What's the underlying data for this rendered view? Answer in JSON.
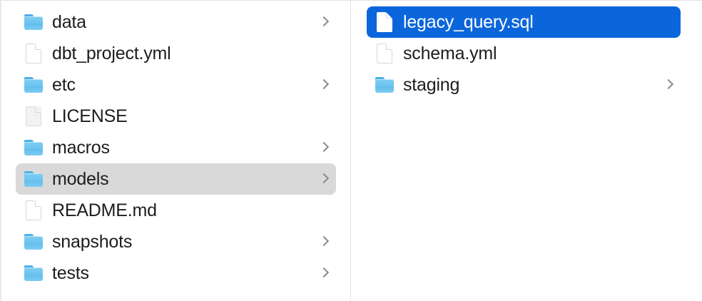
{
  "window": {
    "view_mode": "column",
    "background_color": "#ffffff",
    "divider_color": "#e4e4e6",
    "selection_active_color": "#0b66dc",
    "selection_inactive_color": "#d9d9d9",
    "text_color": "#1d1d1f",
    "selected_text_color": "#ffffff",
    "folder_icon_color": "#6cc4ef",
    "chevron_color": "#8a8a8e"
  },
  "columns": [
    {
      "name": "parent-column",
      "items": [
        {
          "label": "data",
          "icon": "folder-icon",
          "kind": "folder",
          "chevron": true,
          "selected": false
        },
        {
          "label": "dbt_project.yml",
          "icon": "document-icon",
          "kind": "file",
          "chevron": false,
          "selected": false
        },
        {
          "label": "etc",
          "icon": "folder-icon",
          "kind": "folder",
          "chevron": true,
          "selected": false
        },
        {
          "label": "LICENSE",
          "icon": "document-icon",
          "kind": "file",
          "chevron": false,
          "selected": false,
          "tinted": true
        },
        {
          "label": "macros",
          "icon": "folder-icon",
          "kind": "folder",
          "chevron": true,
          "selected": false
        },
        {
          "label": "models",
          "icon": "folder-icon",
          "kind": "folder",
          "chevron": true,
          "selected": true,
          "selection_style": "inactive"
        },
        {
          "label": "README.md",
          "icon": "document-icon",
          "kind": "file",
          "chevron": false,
          "selected": false
        },
        {
          "label": "snapshots",
          "icon": "folder-icon",
          "kind": "folder",
          "chevron": true,
          "selected": false
        },
        {
          "label": "tests",
          "icon": "folder-icon",
          "kind": "folder",
          "chevron": true,
          "selected": false
        }
      ]
    },
    {
      "name": "child-column",
      "items": [
        {
          "label": "legacy_query.sql",
          "icon": "document-icon",
          "kind": "file",
          "chevron": false,
          "selected": true,
          "selection_style": "active"
        },
        {
          "label": "schema.yml",
          "icon": "document-icon",
          "kind": "file",
          "chevron": false,
          "selected": false
        },
        {
          "label": "staging",
          "icon": "folder-icon",
          "kind": "folder",
          "chevron": true,
          "selected": false
        }
      ]
    }
  ]
}
